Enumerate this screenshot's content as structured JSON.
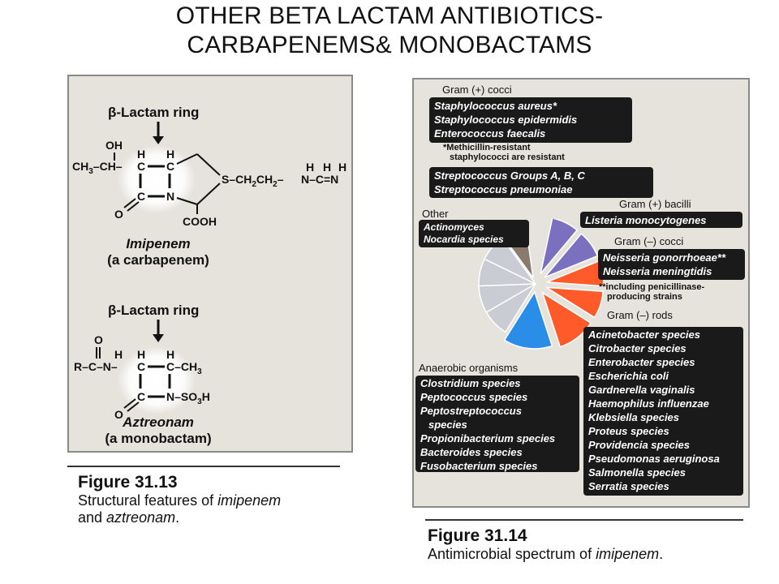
{
  "slide": {
    "title_line1": "OTHER BETA LACTAM ANTIBIOTICS-",
    "title_line2": "CARBAPENEMS& MONOBACTAMS"
  },
  "figure_left": {
    "number": "Figure 31.13",
    "caption_plain1": "Structural features of ",
    "caption_italic1": "imipenem",
    "caption_plain2": "and ",
    "caption_italic2": "aztreonam",
    "caption_end": ".",
    "imipenem": {
      "ring_label": "β-Lactam ring",
      "name": "Imipenem",
      "class": "(a carbapenem)"
    },
    "aztreonam": {
      "ring_label": "β-Lactam ring",
      "name": "Aztreonam",
      "class": "(a monobactam)"
    }
  },
  "figure_right": {
    "number": "Figure 31.14",
    "caption_plain": "Antimicrobial spectrum of ",
    "caption_italic": "imipenem",
    "caption_end": ".",
    "groups": {
      "gram_pos_cocci": {
        "label": "Gram (+) cocci",
        "species": [
          "Staphylococcus aureus*",
          "Staphylococcus epidermidis",
          "Enterococcus faecalis"
        ],
        "note_line1": "*Methicillin-resistant",
        "note_line2": "staphylococci are resistant"
      },
      "strep": {
        "species": [
          "Streptococcus Groups A, B, C",
          "Streptococcus pneumoniae"
        ]
      },
      "gram_pos_bacilli": {
        "label": "Gram (+) bacilli",
        "species": [
          "Listeria monocytogenes"
        ]
      },
      "other": {
        "label": "Other",
        "species": [
          "Actinomyces",
          "Nocardia species"
        ]
      },
      "gram_neg_cocci": {
        "label": "Gram (–) cocci",
        "species": [
          "Neisseria gonorrhoeae**",
          "Neisseria meningtidis"
        ],
        "note_line1": "**including penicillinase-",
        "note_line2": "producing strains"
      },
      "gram_neg_rods": {
        "label": "Gram (–) rods",
        "species": [
          "Acinetobacter species",
          "Citrobacter species",
          "Enterobacter species",
          "Escherichia coli",
          "Gardnerella vaginalis",
          "Haemophilus influenzae",
          "Klebsiella species",
          "Proteus species",
          "Providencia species",
          "Pseudomonas aeruginosa",
          "Salmonella species",
          "Serratia species"
        ]
      },
      "anaerobic": {
        "label": "Anaerobic organisms",
        "species": [
          "Clostridium species",
          "Peptococcus species",
          "Peptostreptococcus",
          "species",
          "Propionibacterium species",
          "Bacteroides species",
          "Fusobacterium species"
        ]
      }
    },
    "colors": {
      "gram_pos": "#7b6fc0",
      "other": "#8a7a6e",
      "gram_neg_cocci": "#ff5a2a",
      "gram_neg_rods": "#ff5a2a",
      "anaerobic": "#2a8ee8",
      "gray": "#c9ccd3"
    }
  }
}
